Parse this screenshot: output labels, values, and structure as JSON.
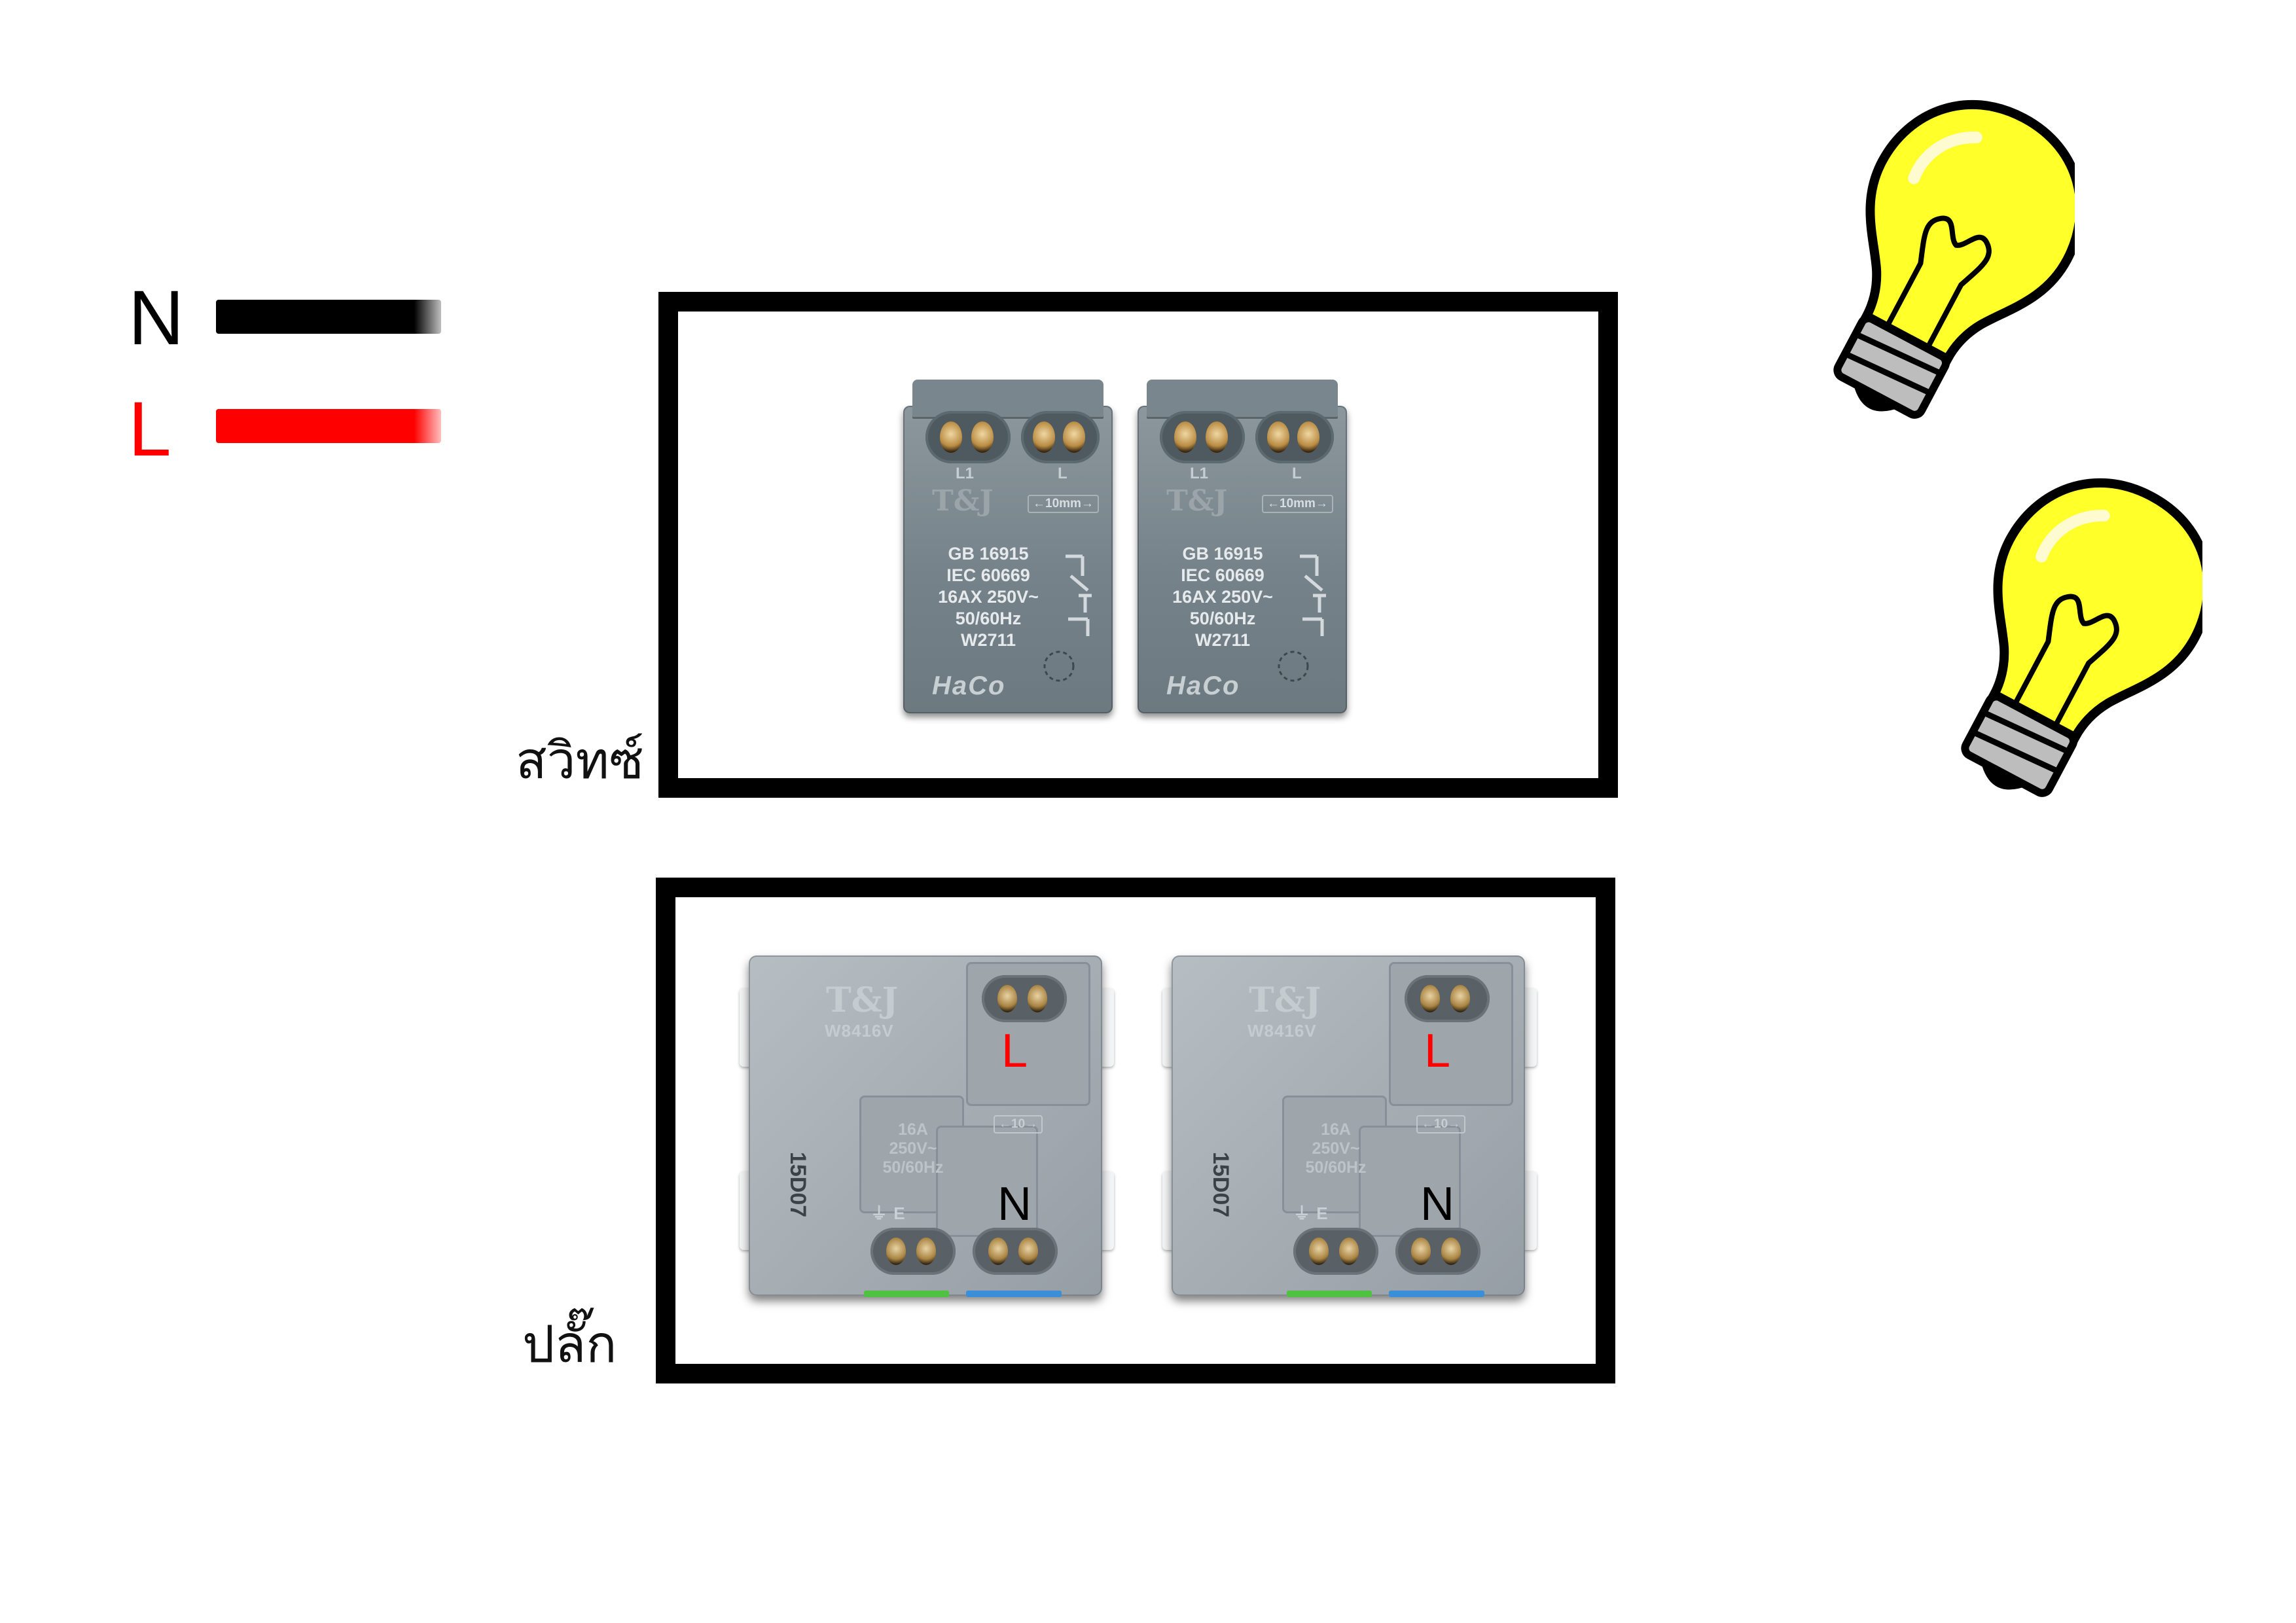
{
  "legend": {
    "neutral_letter": "N",
    "live_letter": "L",
    "neutral_color": "#000000",
    "live_color": "#ff0000"
  },
  "sections": {
    "switch_label": "สวิทซ์",
    "plug_label": "ปลั๊ก"
  },
  "switch_module": {
    "brand": "T&J",
    "terminal_l1": "L1",
    "terminal_l": "L",
    "strip_badge": "←10mm→",
    "spec_lines": [
      "GB 16915",
      "IEC 60669",
      "16AX 250V~",
      "50/60Hz",
      "W2711"
    ],
    "maker": "HaCo"
  },
  "outlet_module": {
    "brand": "T&J",
    "model": "W8416V",
    "spec_lines": [
      "16A",
      "250V~",
      "50/60Hz"
    ],
    "strip_badge": "←10→",
    "date_code": "15D07",
    "earth_mark": "⏚ E",
    "live_mark": "L",
    "neutral_mark": "N"
  },
  "icons": {
    "lamp": "light-bulb-icon"
  }
}
